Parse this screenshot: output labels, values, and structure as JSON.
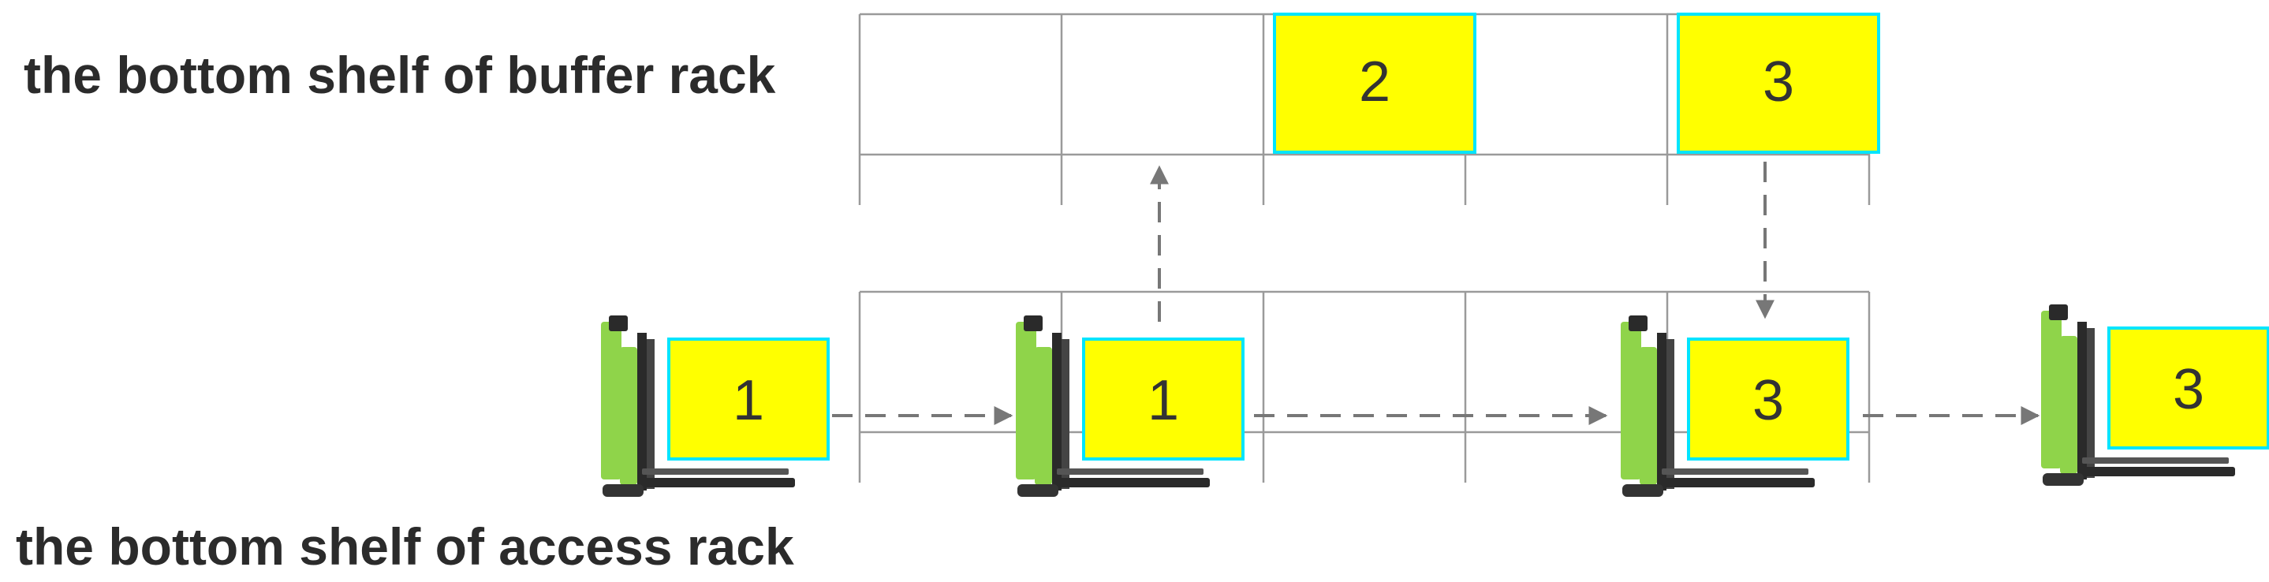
{
  "labels": {
    "buffer_rack": "the bottom shelf of buffer rack",
    "access_rack": "the bottom shelf of access rack"
  },
  "colors": {
    "pallet_fill": "#ffff00",
    "pallet_border": "#00e5ff",
    "grid_line": "#9a9a9a",
    "arrow": "#777777",
    "forklift_body": "#2a2a2a",
    "forklift_accent": "#8fd44a"
  },
  "buffer_rack": {
    "cells": [
      "",
      "",
      "2",
      "",
      "3"
    ]
  },
  "access_rack": {
    "cell_count": 5
  },
  "forklifts": [
    {
      "pallet": "1",
      "icon": "forklift-icon"
    },
    {
      "pallet": "1",
      "icon": "forklift-icon"
    },
    {
      "pallet": "3",
      "icon": "forklift-icon"
    },
    {
      "pallet": "3",
      "icon": "forklift-icon"
    }
  ]
}
